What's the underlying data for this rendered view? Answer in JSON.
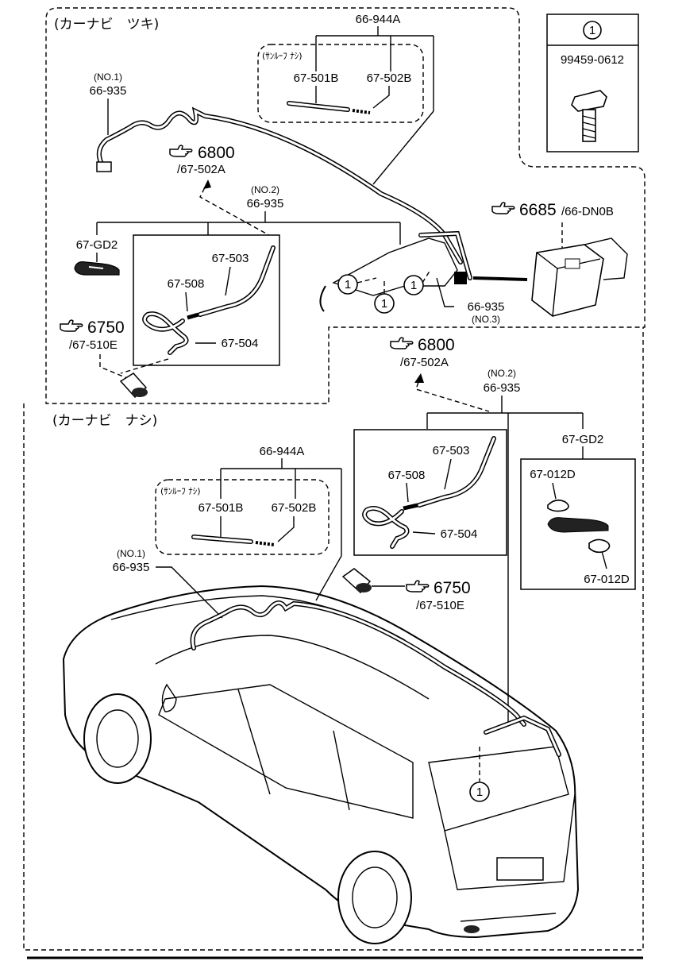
{
  "sections": {
    "with_nav": "(カーナビ　ツキ)",
    "without_nav": "(カーナビ　ナシ)",
    "sunroof_none": "(ｻﾝﾙｰﾌ ﾅｼ)"
  },
  "callout_box": {
    "number": "1",
    "part": "99459-0612"
  },
  "top": {
    "assy": "66-944A",
    "p501": "67-501B",
    "p502": "67-502B",
    "no1": "(NO.1)",
    "h935_a": "66-935",
    "ref6800": "6800",
    "ref6800_sub": "/67-502A",
    "no2": "(NO.2)",
    "h935_b": "66-935",
    "gd2": "67-GD2",
    "p503": "67-503",
    "p508": "67-508",
    "p504": "67-504",
    "ref6750": "6750",
    "ref6750_sub": "/67-510E",
    "ref6685": "6685",
    "ref6685_sub": "/66-DN0B",
    "h935_c": "66-935",
    "no3": "(NO.3)",
    "circle": "1"
  },
  "bottom": {
    "ref6800": "6800",
    "ref6800_sub": "/67-502A",
    "no2": "(NO.2)",
    "h935_b": "66-935",
    "gd2": "67-GD2",
    "p503": "67-503",
    "p508": "67-508",
    "p504": "67-504",
    "p012a": "67-012D",
    "p012b": "67-012D",
    "assy": "66-944A",
    "p501": "67-501B",
    "p502": "67-502B",
    "no1": "(NO.1)",
    "h935_a": "66-935",
    "ref6750": "6750",
    "ref6750_sub": "/67-510E",
    "circle": "1"
  },
  "icons": [
    "hand-pointer-icon",
    "bolt-icon",
    "module-icon",
    "car-icon",
    "hose-icon",
    "nozzle-icon"
  ]
}
